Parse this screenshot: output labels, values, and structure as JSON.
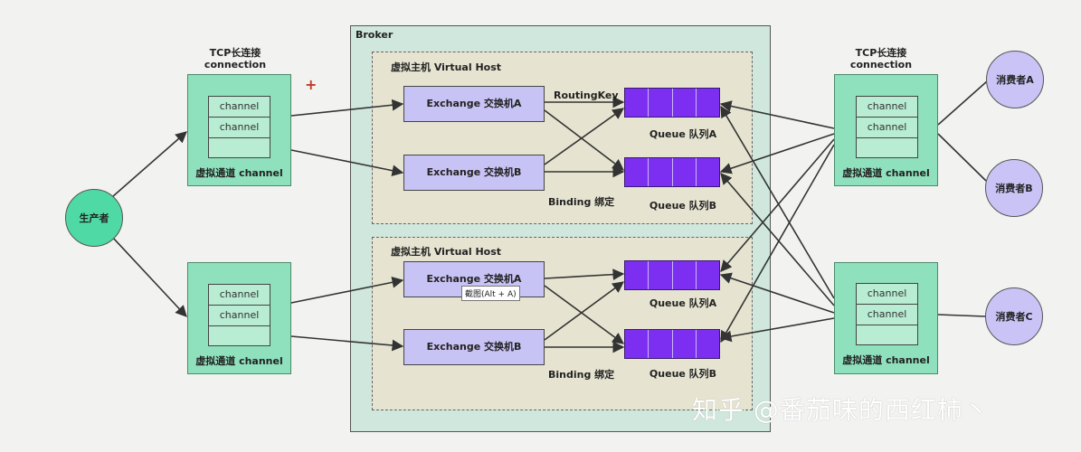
{
  "producer": "生产者",
  "connection_label": [
    "TCP长连接",
    "connection"
  ],
  "channel_item": "channel",
  "channel_group_label": "虚拟通道 channel",
  "broker": "Broker",
  "vhost": "虚拟主机 Virtual Host",
  "exchange_a": "Exchange 交换机A",
  "exchange_b": "Exchange 交换机B",
  "routing_key": "RoutingKey",
  "binding": "Binding 绑定",
  "queue_a": "Queue 队列A",
  "queue_b": "Queue 队列B",
  "consumers": [
    "消费者A",
    "消费者B",
    "消费者C"
  ],
  "tooltip": "截图(Alt + A)",
  "plus_mark": "+",
  "watermark": "知乎 @番茄味的西红柿丶"
}
